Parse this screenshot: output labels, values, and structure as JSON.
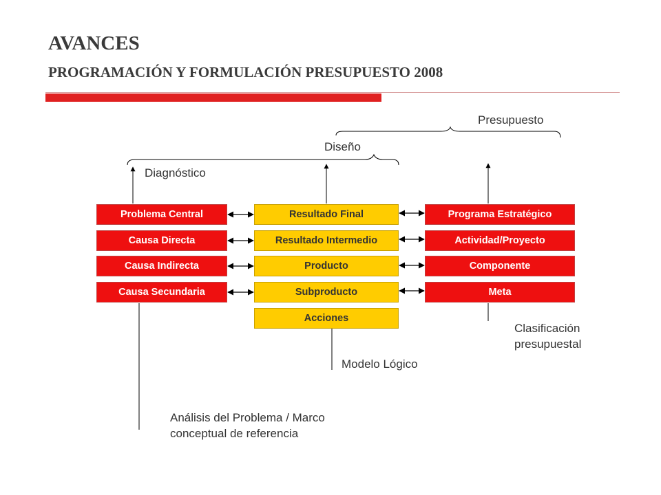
{
  "header": {
    "title": "AVANCES",
    "subtitle": "PROGRAMACIÓN Y FORMULACIÓN PRESUPUESTO 2008"
  },
  "brackets": {
    "presupuesto": "Presupuesto",
    "diseno": "Diseño",
    "diagnostico": "Diagnóstico"
  },
  "columns": {
    "problem": [
      "Problema Central",
      "Causa Directa",
      "Causa Indirecta",
      "Causa Secundaria"
    ],
    "results": [
      "Resultado Final",
      "Resultado Intermedio",
      "Producto",
      "Subproducto",
      "Acciones"
    ],
    "budget": [
      "Programa Estratégico",
      "Actividad/Proyecto",
      "Componente",
      "Meta"
    ]
  },
  "annotations": {
    "clasificacion_line1": "Clasificación",
    "clasificacion_line2": "presupuestal",
    "modelo_logico": "Modelo Lógico",
    "analisis_line1": "Análisis del Problema / Marco",
    "analisis_line2": "conceptual de referencia"
  },
  "colors": {
    "accent_red": "#ee1010",
    "accent_yellow": "#ffcc00",
    "title_text": "#3a3a3a"
  }
}
